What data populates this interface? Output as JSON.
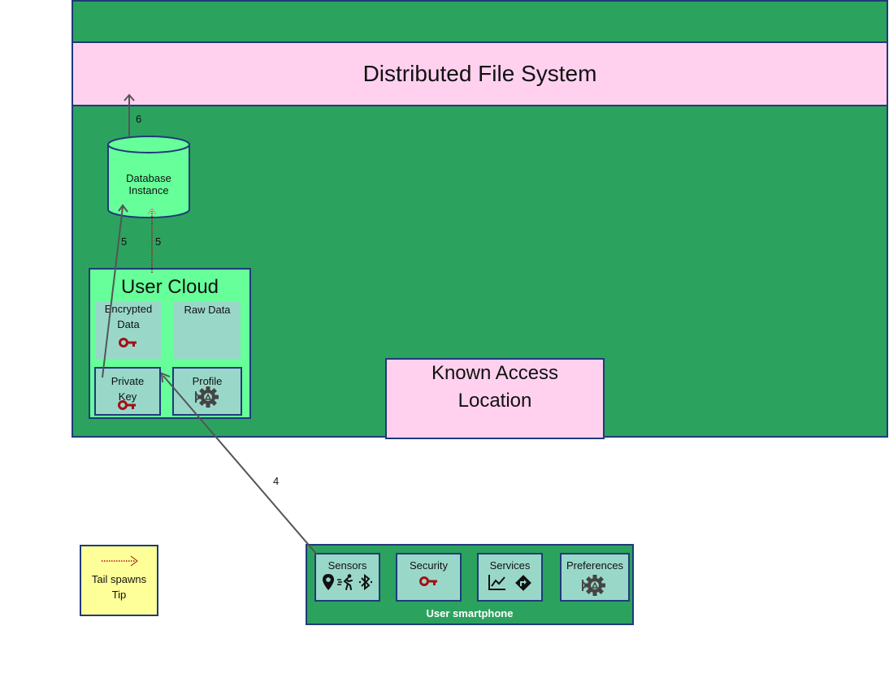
{
  "dfs_title": "Distributed File System",
  "known_access": {
    "line1": "Known Access",
    "line2": "Location"
  },
  "database": {
    "line1": "Database",
    "line2": "Instance"
  },
  "user_cloud": {
    "title": "User Cloud",
    "encrypted_line1": "Encrypted",
    "encrypted_line2": "Data",
    "raw_data": "Raw Data",
    "private_key_line1": "Private",
    "private_key_line2": "Key",
    "profile": "Profile"
  },
  "smartphone": {
    "label": "User smartphone",
    "sensors": "Sensors",
    "security": "Security",
    "services": "Services",
    "preferences": "Preferences"
  },
  "legend": {
    "line1": "Tail spawns",
    "line2": "Tip"
  },
  "arrows": {
    "a6": "6",
    "a5_left": "5",
    "a5_right": "5",
    "a4": "4"
  },
  "icons": [
    "key-icon",
    "gear-icon",
    "map-pin-icon",
    "running-icon",
    "bluetooth-icon",
    "line-chart-icon",
    "directions-icon"
  ],
  "colors": {
    "container_green": "#2ca25f",
    "pink": "#ffd1ef",
    "light_green": "#66ff99",
    "teal": "#99d8c9",
    "legend_yellow": "#ffff99",
    "key_red": "#a50f15",
    "border_blue": "#1f3a7a"
  }
}
